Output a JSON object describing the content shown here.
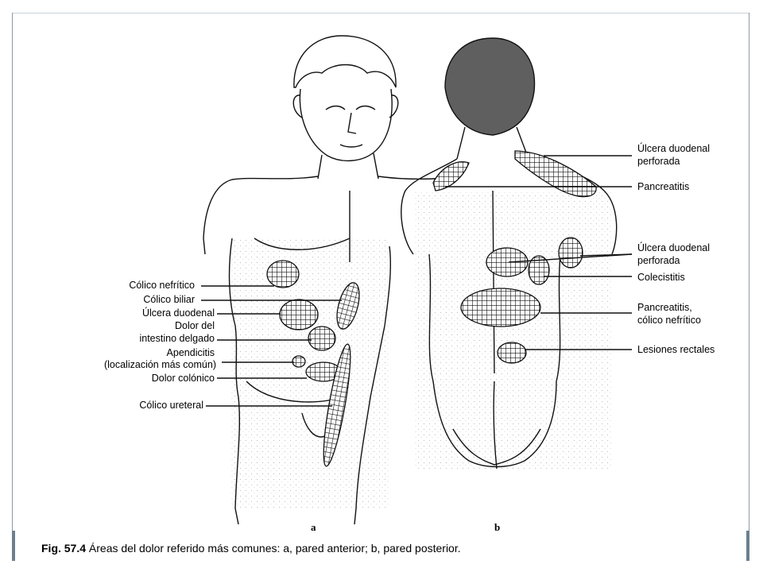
{
  "figure": {
    "left_labels": [
      {
        "id": "colico-nefritico",
        "text": "Cólico nefrítico"
      },
      {
        "id": "colico-biliar",
        "text": "Cólico biliar"
      },
      {
        "id": "ulcera-duodenal",
        "text": "Úlcera duodenal"
      },
      {
        "id": "dolor-intestino-1",
        "text": "Dolor del"
      },
      {
        "id": "dolor-intestino-2",
        "text": "intestino delgado"
      },
      {
        "id": "apendicitis-1",
        "text": "Apendicitis"
      },
      {
        "id": "apendicitis-2",
        "text": "(localización más común)"
      },
      {
        "id": "dolor-colonico",
        "text": "Dolor colónico"
      },
      {
        "id": "colico-ureteral",
        "text": "Cólico ureteral"
      }
    ],
    "right_labels": [
      {
        "id": "ulcera-perforada-top-1",
        "text": "Úlcera duodenal"
      },
      {
        "id": "ulcera-perforada-top-2",
        "text": "perforada"
      },
      {
        "id": "pancreatitis",
        "text": "Pancreatitis"
      },
      {
        "id": "ulcera-perforada-mid-1",
        "text": "Úlcera duodenal"
      },
      {
        "id": "ulcera-perforada-mid-2",
        "text": "perforada"
      },
      {
        "id": "colecistitis",
        "text": "Colecistitis"
      },
      {
        "id": "pancreatitis-colico-1",
        "text": "Pancreatitis,"
      },
      {
        "id": "pancreatitis-colico-2",
        "text": "cólico nefrítico"
      },
      {
        "id": "lesiones-rectales",
        "text": "Lesiones rectales"
      }
    ],
    "sub_a": "a",
    "sub_b": "b"
  },
  "caption": {
    "prefix": "Fig. 57.4",
    "text": " Áreas del dolor referido más comunes: a, pared anterior; b, pared posterior."
  }
}
